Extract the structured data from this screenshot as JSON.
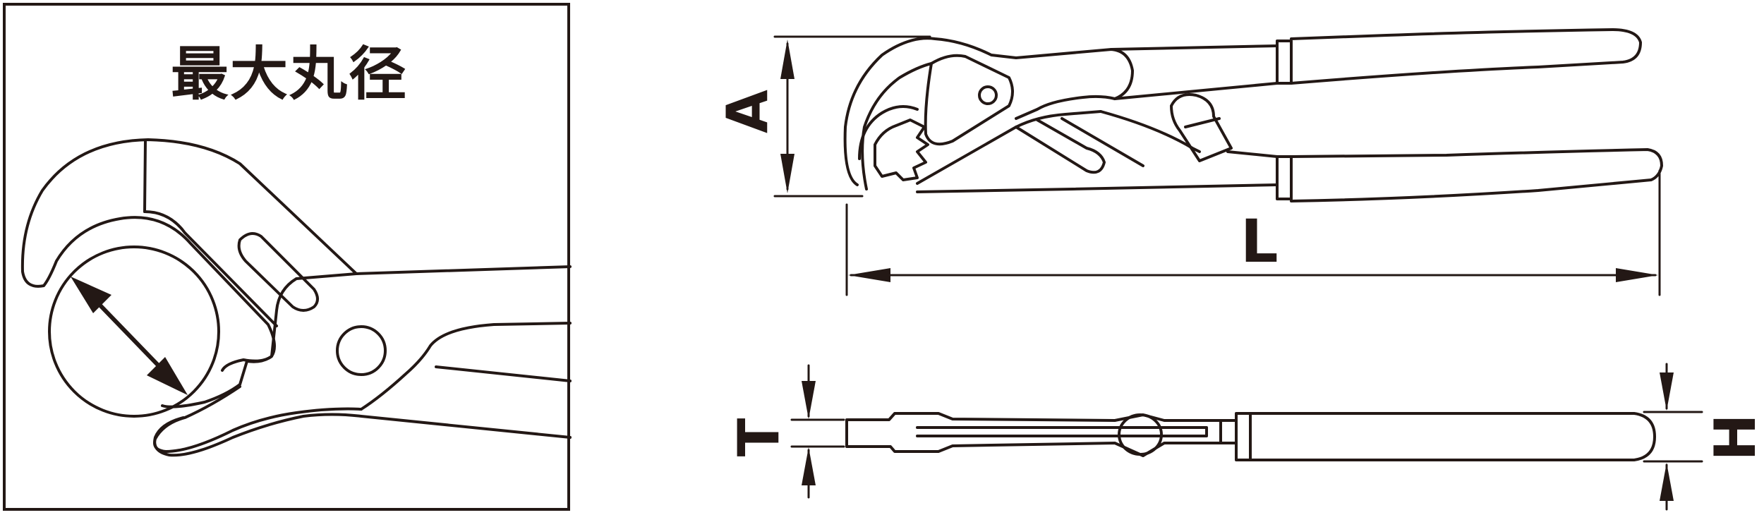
{
  "inset": {
    "title": "最大丸径"
  },
  "dimensions": {
    "a": "A",
    "l": "L",
    "t": "T",
    "h": "H"
  },
  "colors": {
    "stroke": "#231815",
    "background": "#ffffff"
  }
}
